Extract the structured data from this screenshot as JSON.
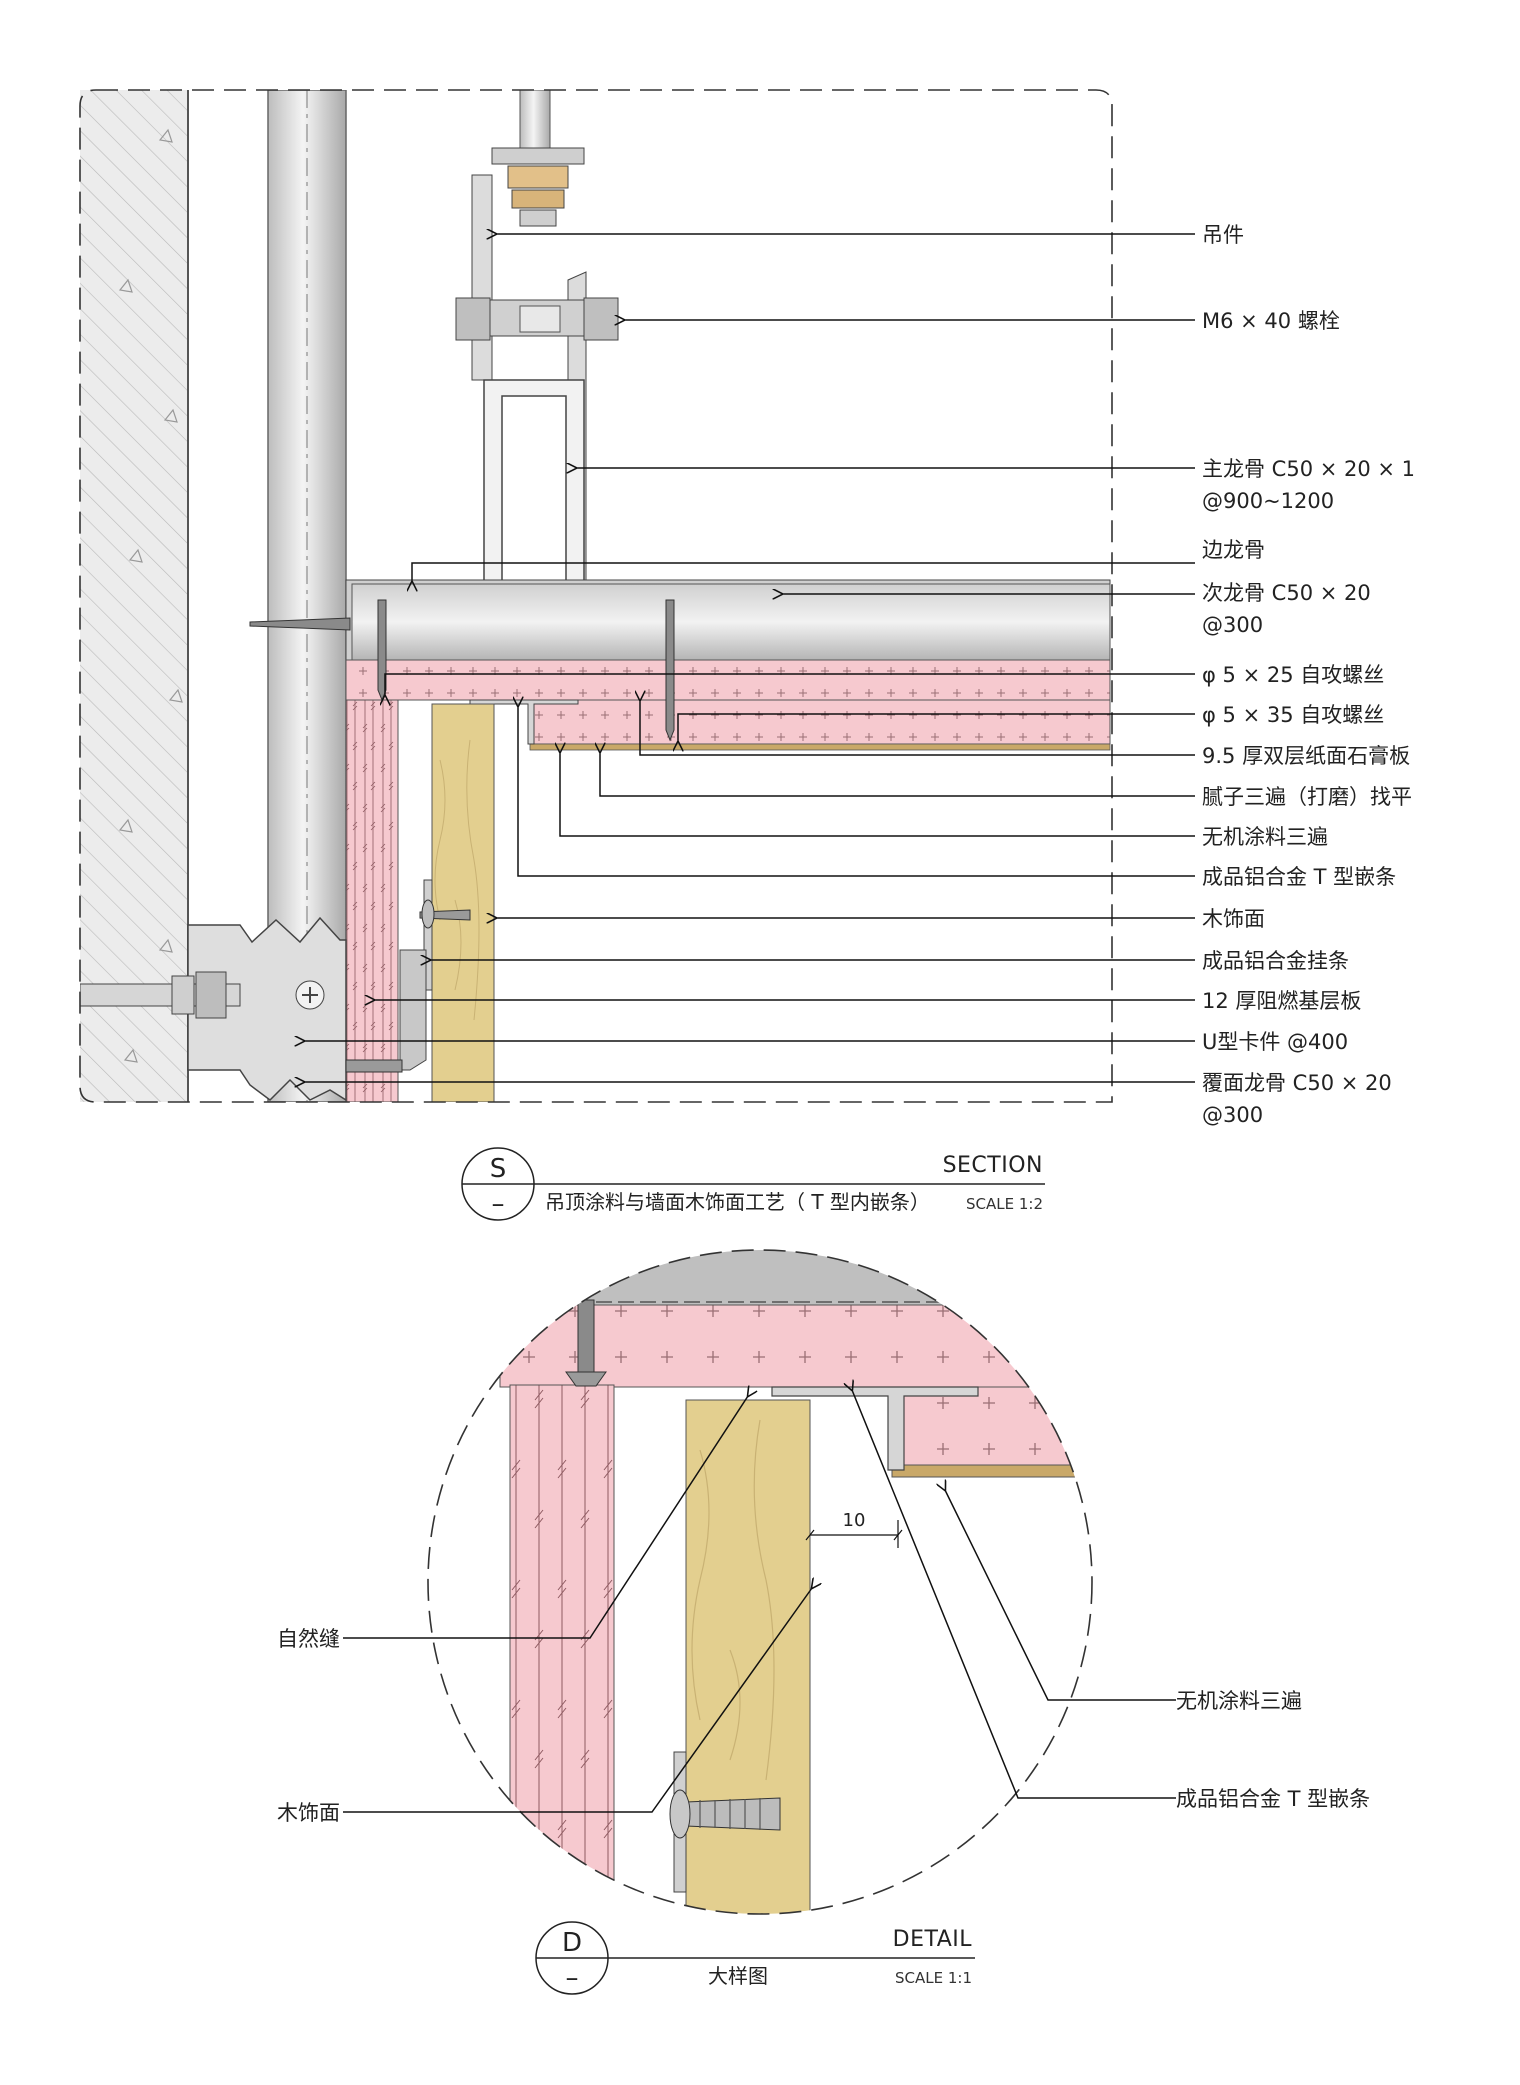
{
  "section": {
    "mark_letter": "S",
    "mark_sub": "–",
    "title_en": "SECTION",
    "title_cn": "吊顶涂料与墙面木饰面工艺（ T 型内嵌条）",
    "scale": "SCALE 1:2",
    "labels": [
      {
        "id": "hanger",
        "text": "吊件"
      },
      {
        "id": "bolt",
        "text": "M6 × 40 螺栓"
      },
      {
        "id": "main-keel",
        "text": "主龙骨 C50 × 20 × 1"
      },
      {
        "id": "main-keel-spacing",
        "text": "@900~1200"
      },
      {
        "id": "edge-keel",
        "text": "边龙骨"
      },
      {
        "id": "sub-keel",
        "text": "次龙骨 C50 × 20"
      },
      {
        "id": "sub-keel-spacing",
        "text": "@300"
      },
      {
        "id": "screw-25",
        "text": "φ 5 × 25 自攻螺丝"
      },
      {
        "id": "screw-35",
        "text": "φ 5 × 35 自攻螺丝"
      },
      {
        "id": "gypsum",
        "text": "9.5 厚双层纸面石膏板"
      },
      {
        "id": "putty",
        "text": "腻子三遍（打磨）找平"
      },
      {
        "id": "paint",
        "text": "无机涂料三遍"
      },
      {
        "id": "t-strip",
        "text": "成品铝合金 T 型嵌条"
      },
      {
        "id": "wood-veneer",
        "text": "木饰面"
      },
      {
        "id": "hang-strip",
        "text": "成品铝合金挂条"
      },
      {
        "id": "base-board",
        "text": "12 厚阻燃基层板"
      },
      {
        "id": "u-clip",
        "text": "U型卡件 @400"
      },
      {
        "id": "cover-keel",
        "text": "覆面龙骨 C50 × 20"
      },
      {
        "id": "cover-keel-spacing",
        "text": "@300"
      }
    ]
  },
  "detail": {
    "mark_letter": "D",
    "mark_sub": "–",
    "title_en": "DETAIL",
    "title_cn": "大样图",
    "scale": "SCALE 1:1",
    "dimension": "10",
    "labels": [
      {
        "id": "natural-gap",
        "text": "自然缝"
      },
      {
        "id": "wood-veneer",
        "text": "木饰面"
      },
      {
        "id": "paint",
        "text": "无机涂料三遍"
      },
      {
        "id": "t-strip",
        "text": "成品铝合金 T 型嵌条"
      }
    ]
  },
  "colors": {
    "gypsum_fill": "#f6c9cf",
    "wood_fill": "#e3cf8f",
    "metal_fill": "#d9d9d9",
    "concrete_fill": "#ececec",
    "putty_fill": "#c9a868"
  }
}
